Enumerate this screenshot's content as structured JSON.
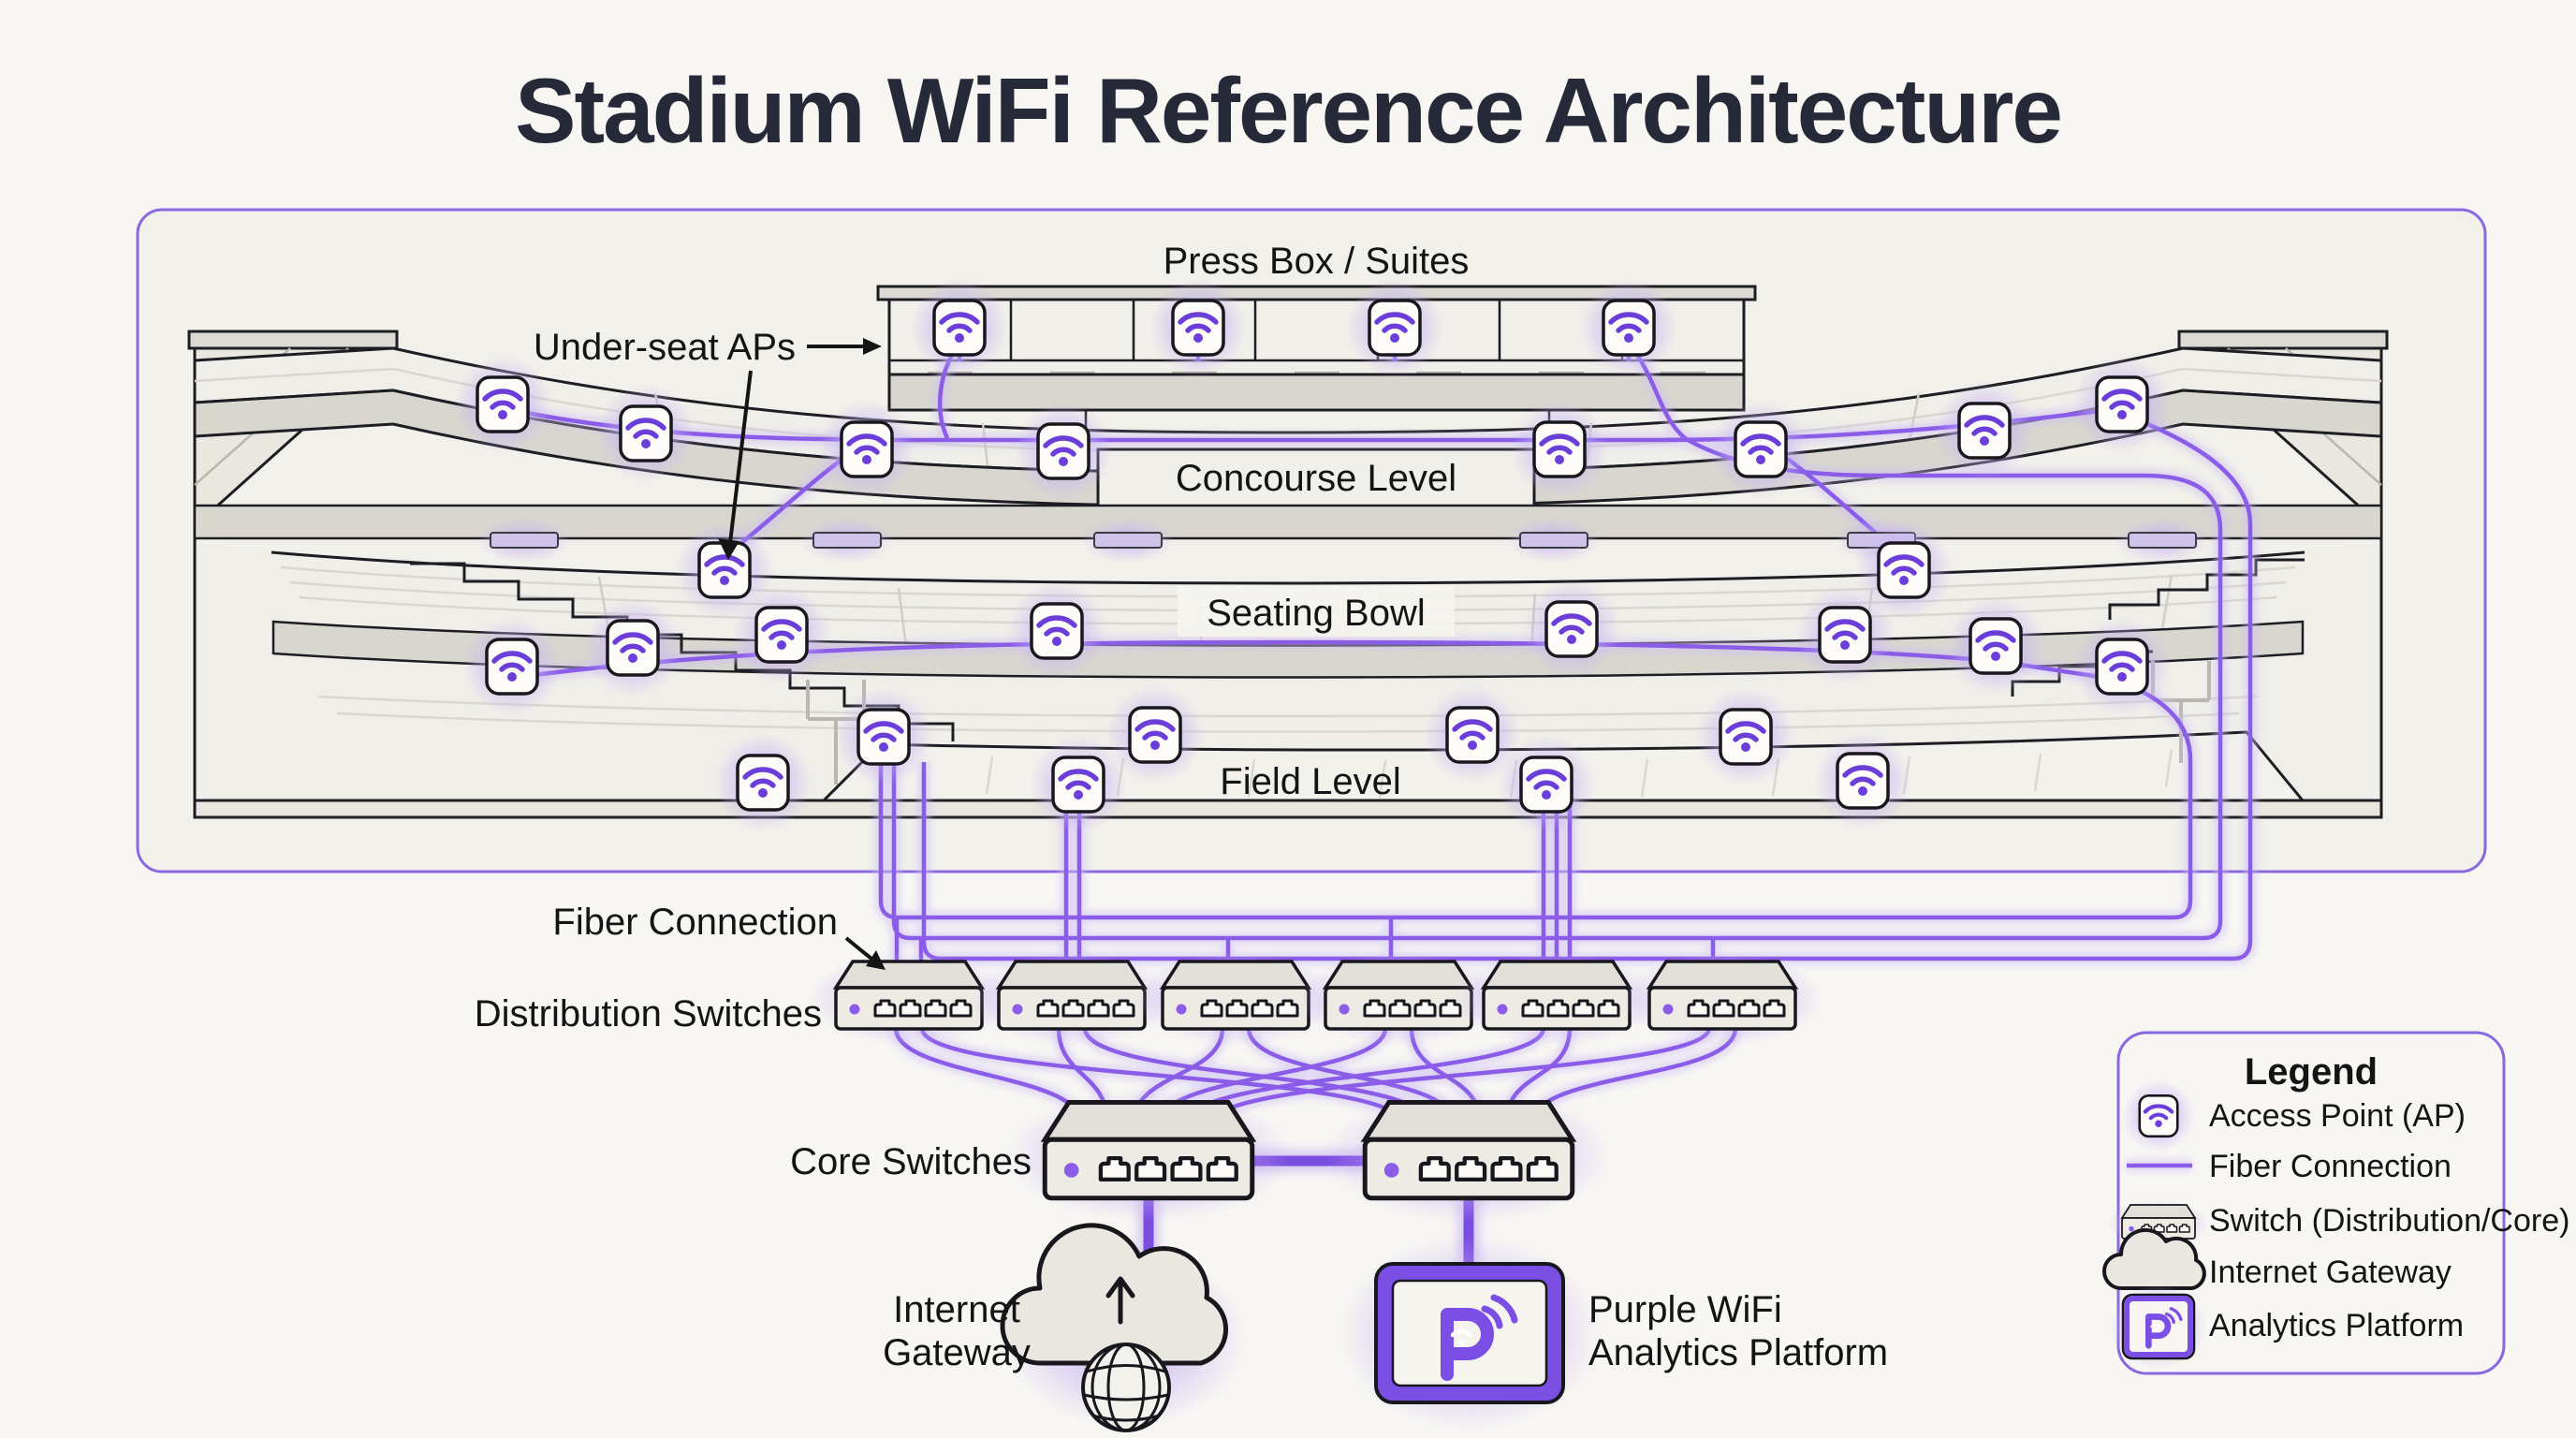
{
  "title": "Stadium WiFi Reference Architecture",
  "stadium": {
    "press_box": "Press Box / Suites",
    "under_seat": "Under-seat APs",
    "concourse": "Concourse Level",
    "seating_bowl": "Seating Bowl",
    "field_level": "Field Level"
  },
  "network": {
    "fiber": "Fiber Connection",
    "distribution": "Distribution Switches",
    "core": "Core Switches",
    "gateway1": "Internet",
    "gateway2": "Gateway",
    "analytics1": "Purple WiFi",
    "analytics2": "Analytics Platform",
    "access_point_count": 30,
    "distribution_switch_count": 6,
    "core_switch_count": 2
  },
  "legend": {
    "title": "Legend",
    "items": [
      {
        "icon": "access-point-icon",
        "label": "Access Point (AP)"
      },
      {
        "icon": "fiber-line-icon",
        "label": "Fiber Connection"
      },
      {
        "icon": "switch-icon",
        "label": "Switch (Distribution/Core)"
      },
      {
        "icon": "internet-gateway-icon",
        "label": "Internet Gateway"
      },
      {
        "icon": "analytics-platform-icon",
        "label": "Analytics Platform"
      }
    ]
  },
  "colors": {
    "accent": "#8a5ce8",
    "glow": "#c9b7f6",
    "ap_glyph": "#6b3ed9",
    "thick_link": "#7a4ce2",
    "container_border": "#8a68df",
    "title_text": "#262a38"
  }
}
